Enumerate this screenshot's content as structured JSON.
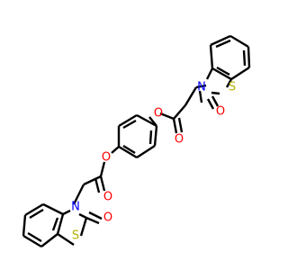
{
  "colors": {
    "bond": "#000000",
    "oxygen": "#ff0000",
    "nitrogen": "#0000ff",
    "sulfur": "#b2b200",
    "background": "#ffffff"
  },
  "atoms": {
    "o_carbonyl_upper_ring": "O",
    "n_upper": "N",
    "s_upper": "S",
    "o_ester_upper": "O",
    "o_carbonyl_upper_ester": "O",
    "o_ester_lower": "O",
    "o_carbonyl_lower_ester": "O",
    "n_lower": "N",
    "s_lower": "S",
    "o_carbonyl_lower_ring": "O"
  }
}
